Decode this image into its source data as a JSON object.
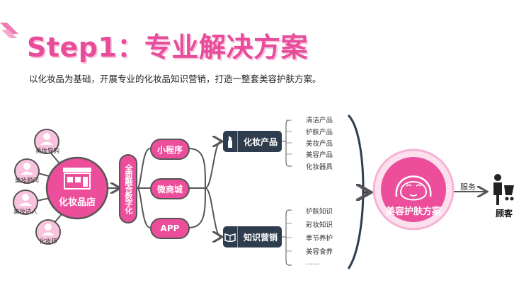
{
  "header": {
    "title": "Step1：专业解决方案",
    "subtitle": "以化妆品为基础，开展专业的化妆品知识营销，打造一整套美容护肤方案。"
  },
  "store": {
    "label": "化妆品店",
    "roles": [
      "美妆导购",
      "美妆顾问",
      "美妆达人",
      "化妆师"
    ]
  },
  "digital": {
    "label": "全面融合数字化",
    "channels": [
      "小程序",
      "微商城",
      "APP"
    ]
  },
  "categories": [
    {
      "label": "化妆产品",
      "icon": "lipstick-icon",
      "items": [
        "清洁产品",
        "护肤产品",
        "美妆产品",
        "美容产品",
        "化妆器具"
      ]
    },
    {
      "label": "知识营销",
      "icon": "book-icon",
      "items": [
        "护肤知识",
        "彩妆知识",
        "季节养护",
        "美容食养",
        "……"
      ]
    }
  ],
  "solution": {
    "label": "美容护肤方案"
  },
  "service": {
    "label": "服务"
  },
  "customer": {
    "label": "顾客",
    "icon": "shopping-cart-icon"
  },
  "colors": {
    "accent": "#ec4e9b",
    "dark": "#2e3d4e",
    "line": "#555555"
  }
}
